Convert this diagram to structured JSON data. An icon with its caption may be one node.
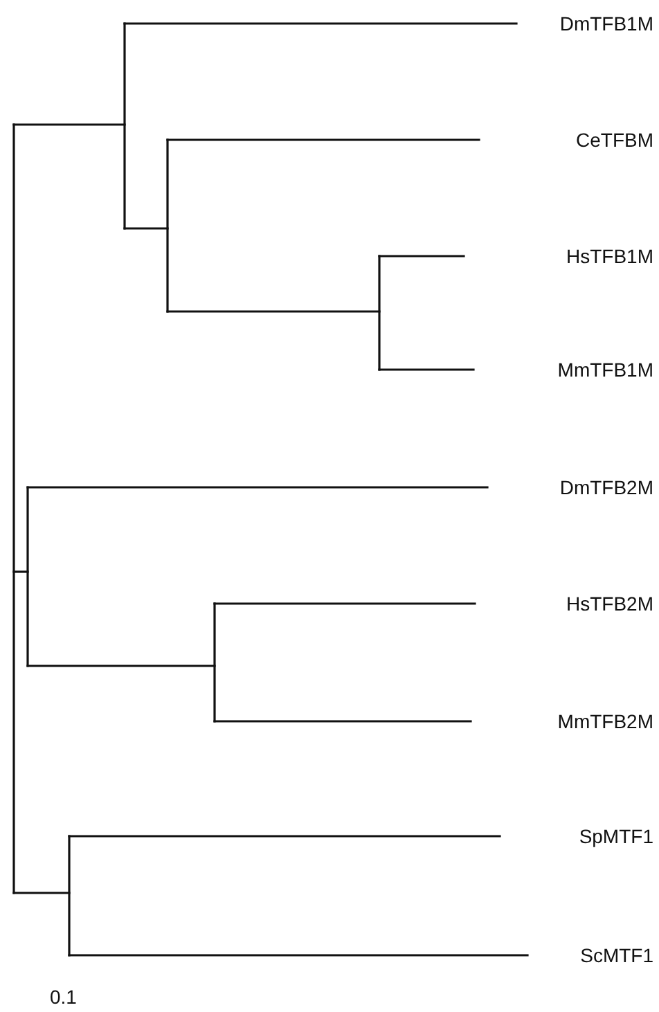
{
  "diagram": {
    "labels": [
      "DmTFB1M",
      "CeTFBM",
      "HsTFB1M",
      "MmTFB1M",
      "DmTFB2M",
      "HsTFB2M",
      "MmTFB2M",
      "SpMTF1",
      "ScMTF1",
      "0.1"
    ]
  }
}
